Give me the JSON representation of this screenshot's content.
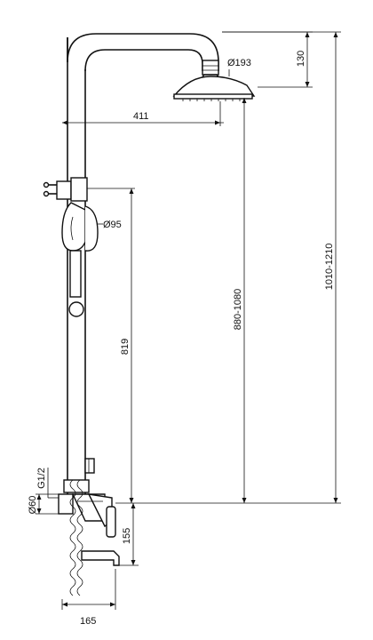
{
  "dimensions": {
    "head_diameter": "Ø193",
    "arm_height": "130",
    "arm_reach": "411",
    "hand_shower_diameter": "Ø95",
    "rail_to_outlet": "819",
    "head_to_outlet": "880-1080",
    "overall_height": "1010-1210",
    "mixer_height": "155",
    "inlet_diameter": "Ø60",
    "inlet_thread": "G1/2",
    "mixer_depth": "165"
  },
  "colors": {
    "line": "#111111",
    "background": "#ffffff"
  }
}
